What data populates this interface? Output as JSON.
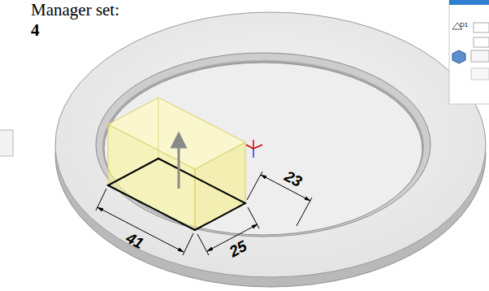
{
  "diagram": {
    "labels": [
      "Manager set:",
      "4",
      "D1",
      "41",
      "23",
      "25"
    ]
  }
}
